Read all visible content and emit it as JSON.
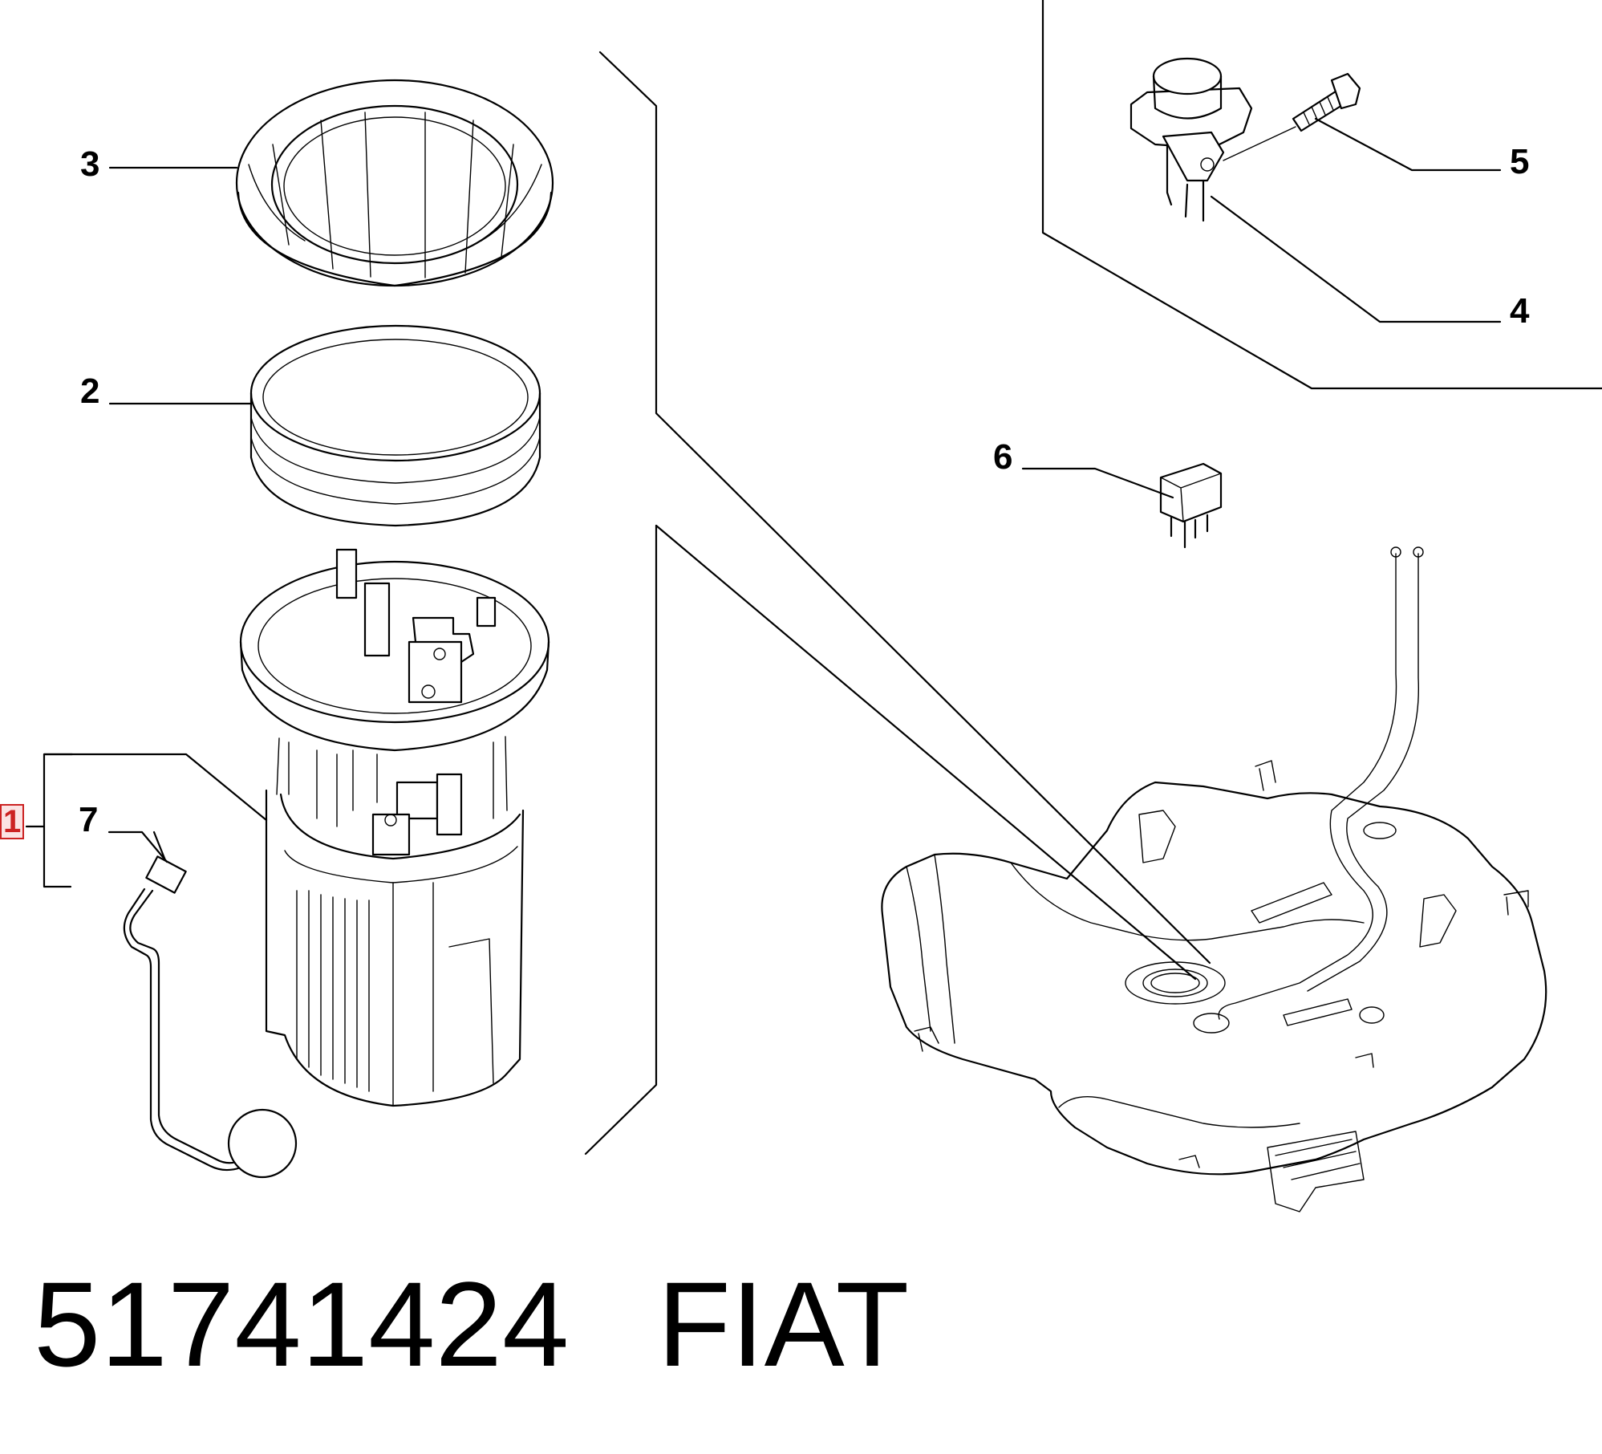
{
  "callouts": {
    "c1": "1",
    "c2": "2",
    "c3": "3",
    "c4": "4",
    "c5": "5",
    "c6": "6",
    "c7": "7"
  },
  "footer": {
    "part_number": "51741424",
    "brand": "FIAT"
  }
}
